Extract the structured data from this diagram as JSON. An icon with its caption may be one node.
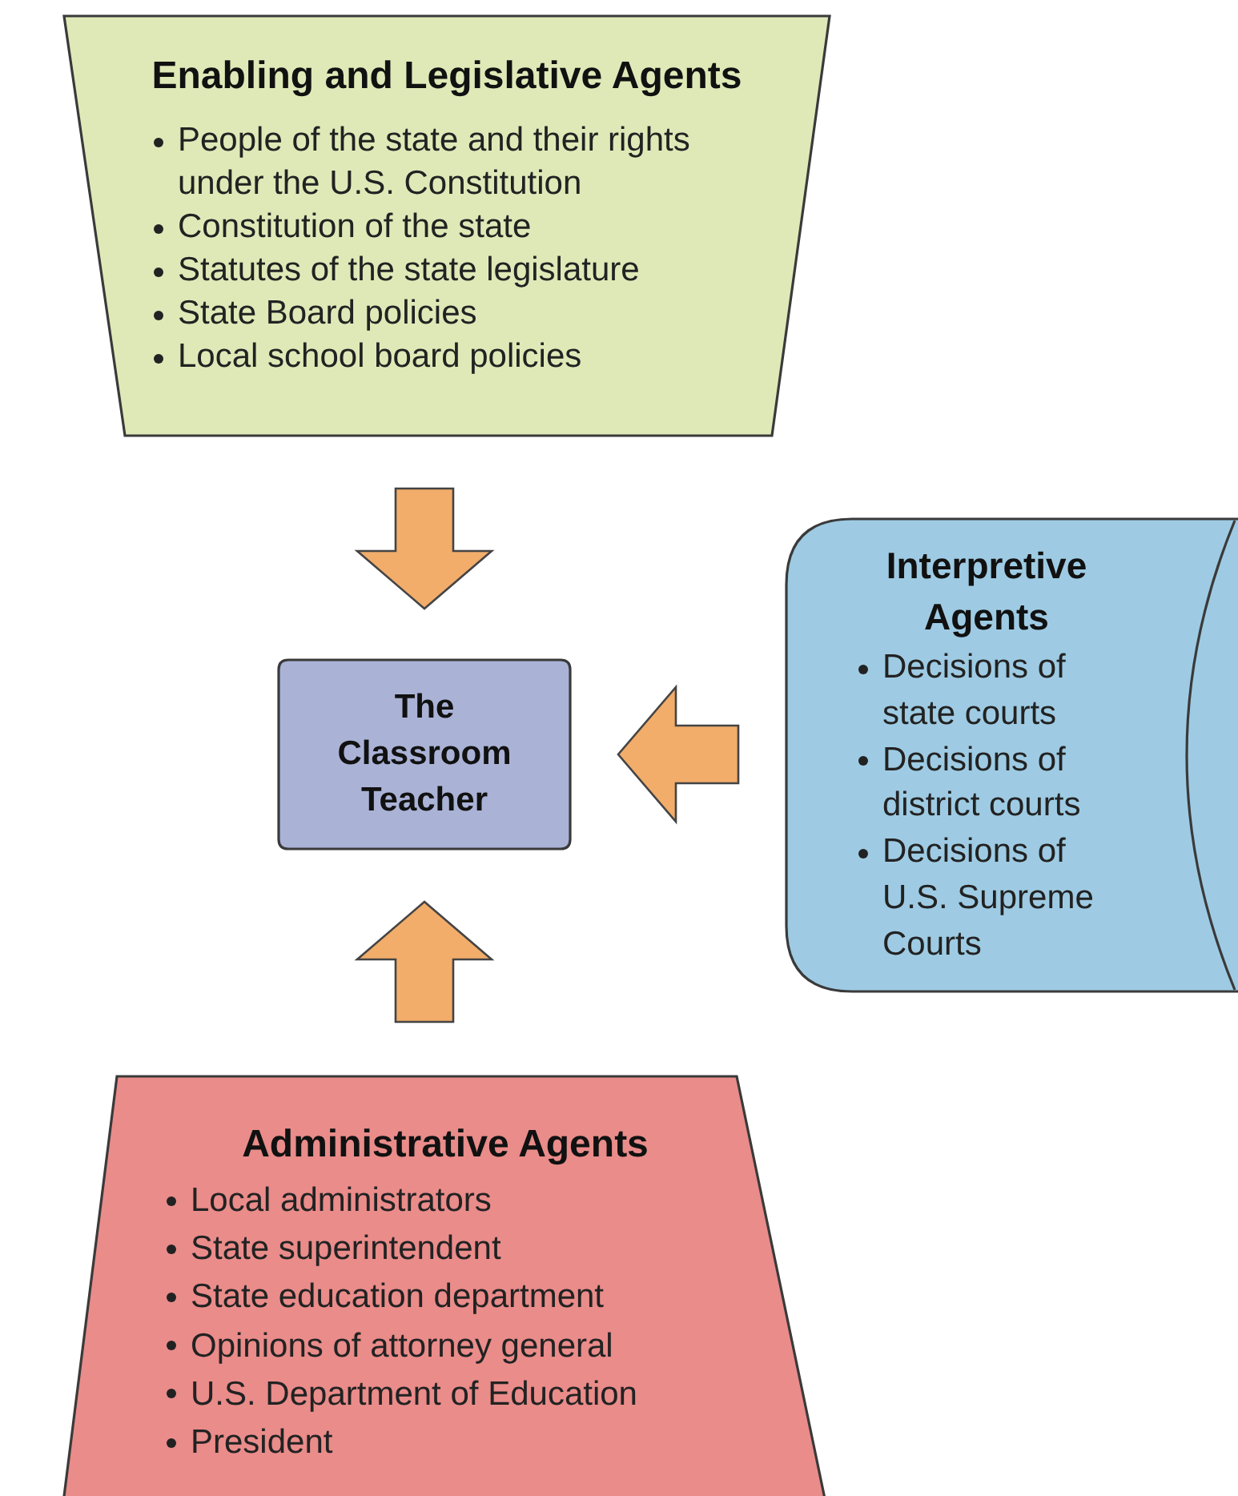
{
  "diagram": {
    "nodes": [
      {
        "text": [
          "Enabling and Legislative Agents",
          "People of the state and their rights under the U.S. Constitution",
          "Constitution of the state",
          "Statutes of the state legislature",
          "State Board policies",
          "Local school board policies"
        ]
      },
      {
        "text": [
          "The Classroom Teacher"
        ]
      },
      {
        "text": [
          "Interpretive Agents",
          "Decisions of state courts",
          "Decisions of district courts",
          "Decisions of U.S. Supreme Courts"
        ]
      },
      {
        "text": [
          "Administrative Agents",
          "Local administrators",
          "State superintendent",
          "State education department",
          "Opinions of attorney general",
          "U.S. Department of Education",
          "President"
        ]
      }
    ],
    "edges": [
      {
        "from": 0,
        "to": 1,
        "arrow": "to"
      },
      {
        "from": 2,
        "to": 1,
        "arrow": "to"
      },
      {
        "from": 3,
        "to": 1,
        "arrow": "to"
      }
    ]
  }
}
